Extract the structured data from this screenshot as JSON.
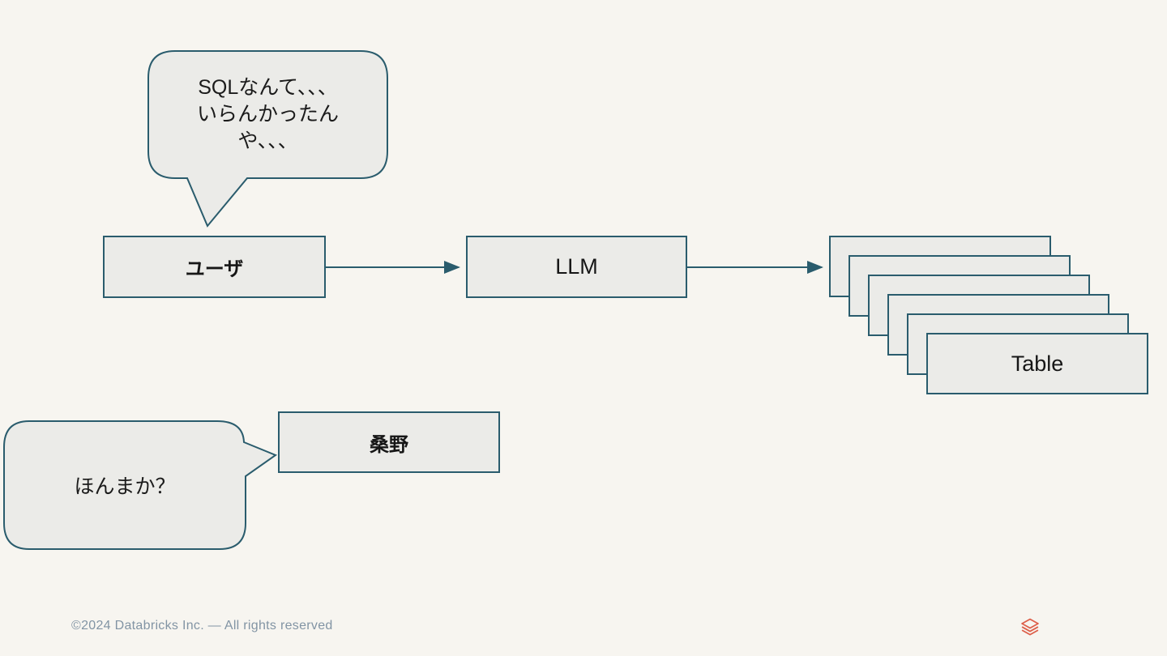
{
  "slide": {
    "background_color": "#f7f5f0",
    "shape_fill_color": "#ebebe8",
    "outline_color": "#2a5c6d"
  },
  "bubbles": {
    "sql": {
      "text": "SQLなんて、、、\nいらんかったん\nや、、、"
    },
    "honmaka": {
      "text": "ほんまか？"
    }
  },
  "nodes": {
    "user": {
      "label": "ユーザ"
    },
    "llm": {
      "label": "LLM"
    },
    "kuwano": {
      "label": "桑野"
    },
    "table": {
      "label": "Table"
    }
  },
  "footer": {
    "copyright": "©2024 Databricks Inc. — All rights reserved",
    "logo_icon": "databricks-layers-icon",
    "logo_color": "#dd5f4a"
  }
}
